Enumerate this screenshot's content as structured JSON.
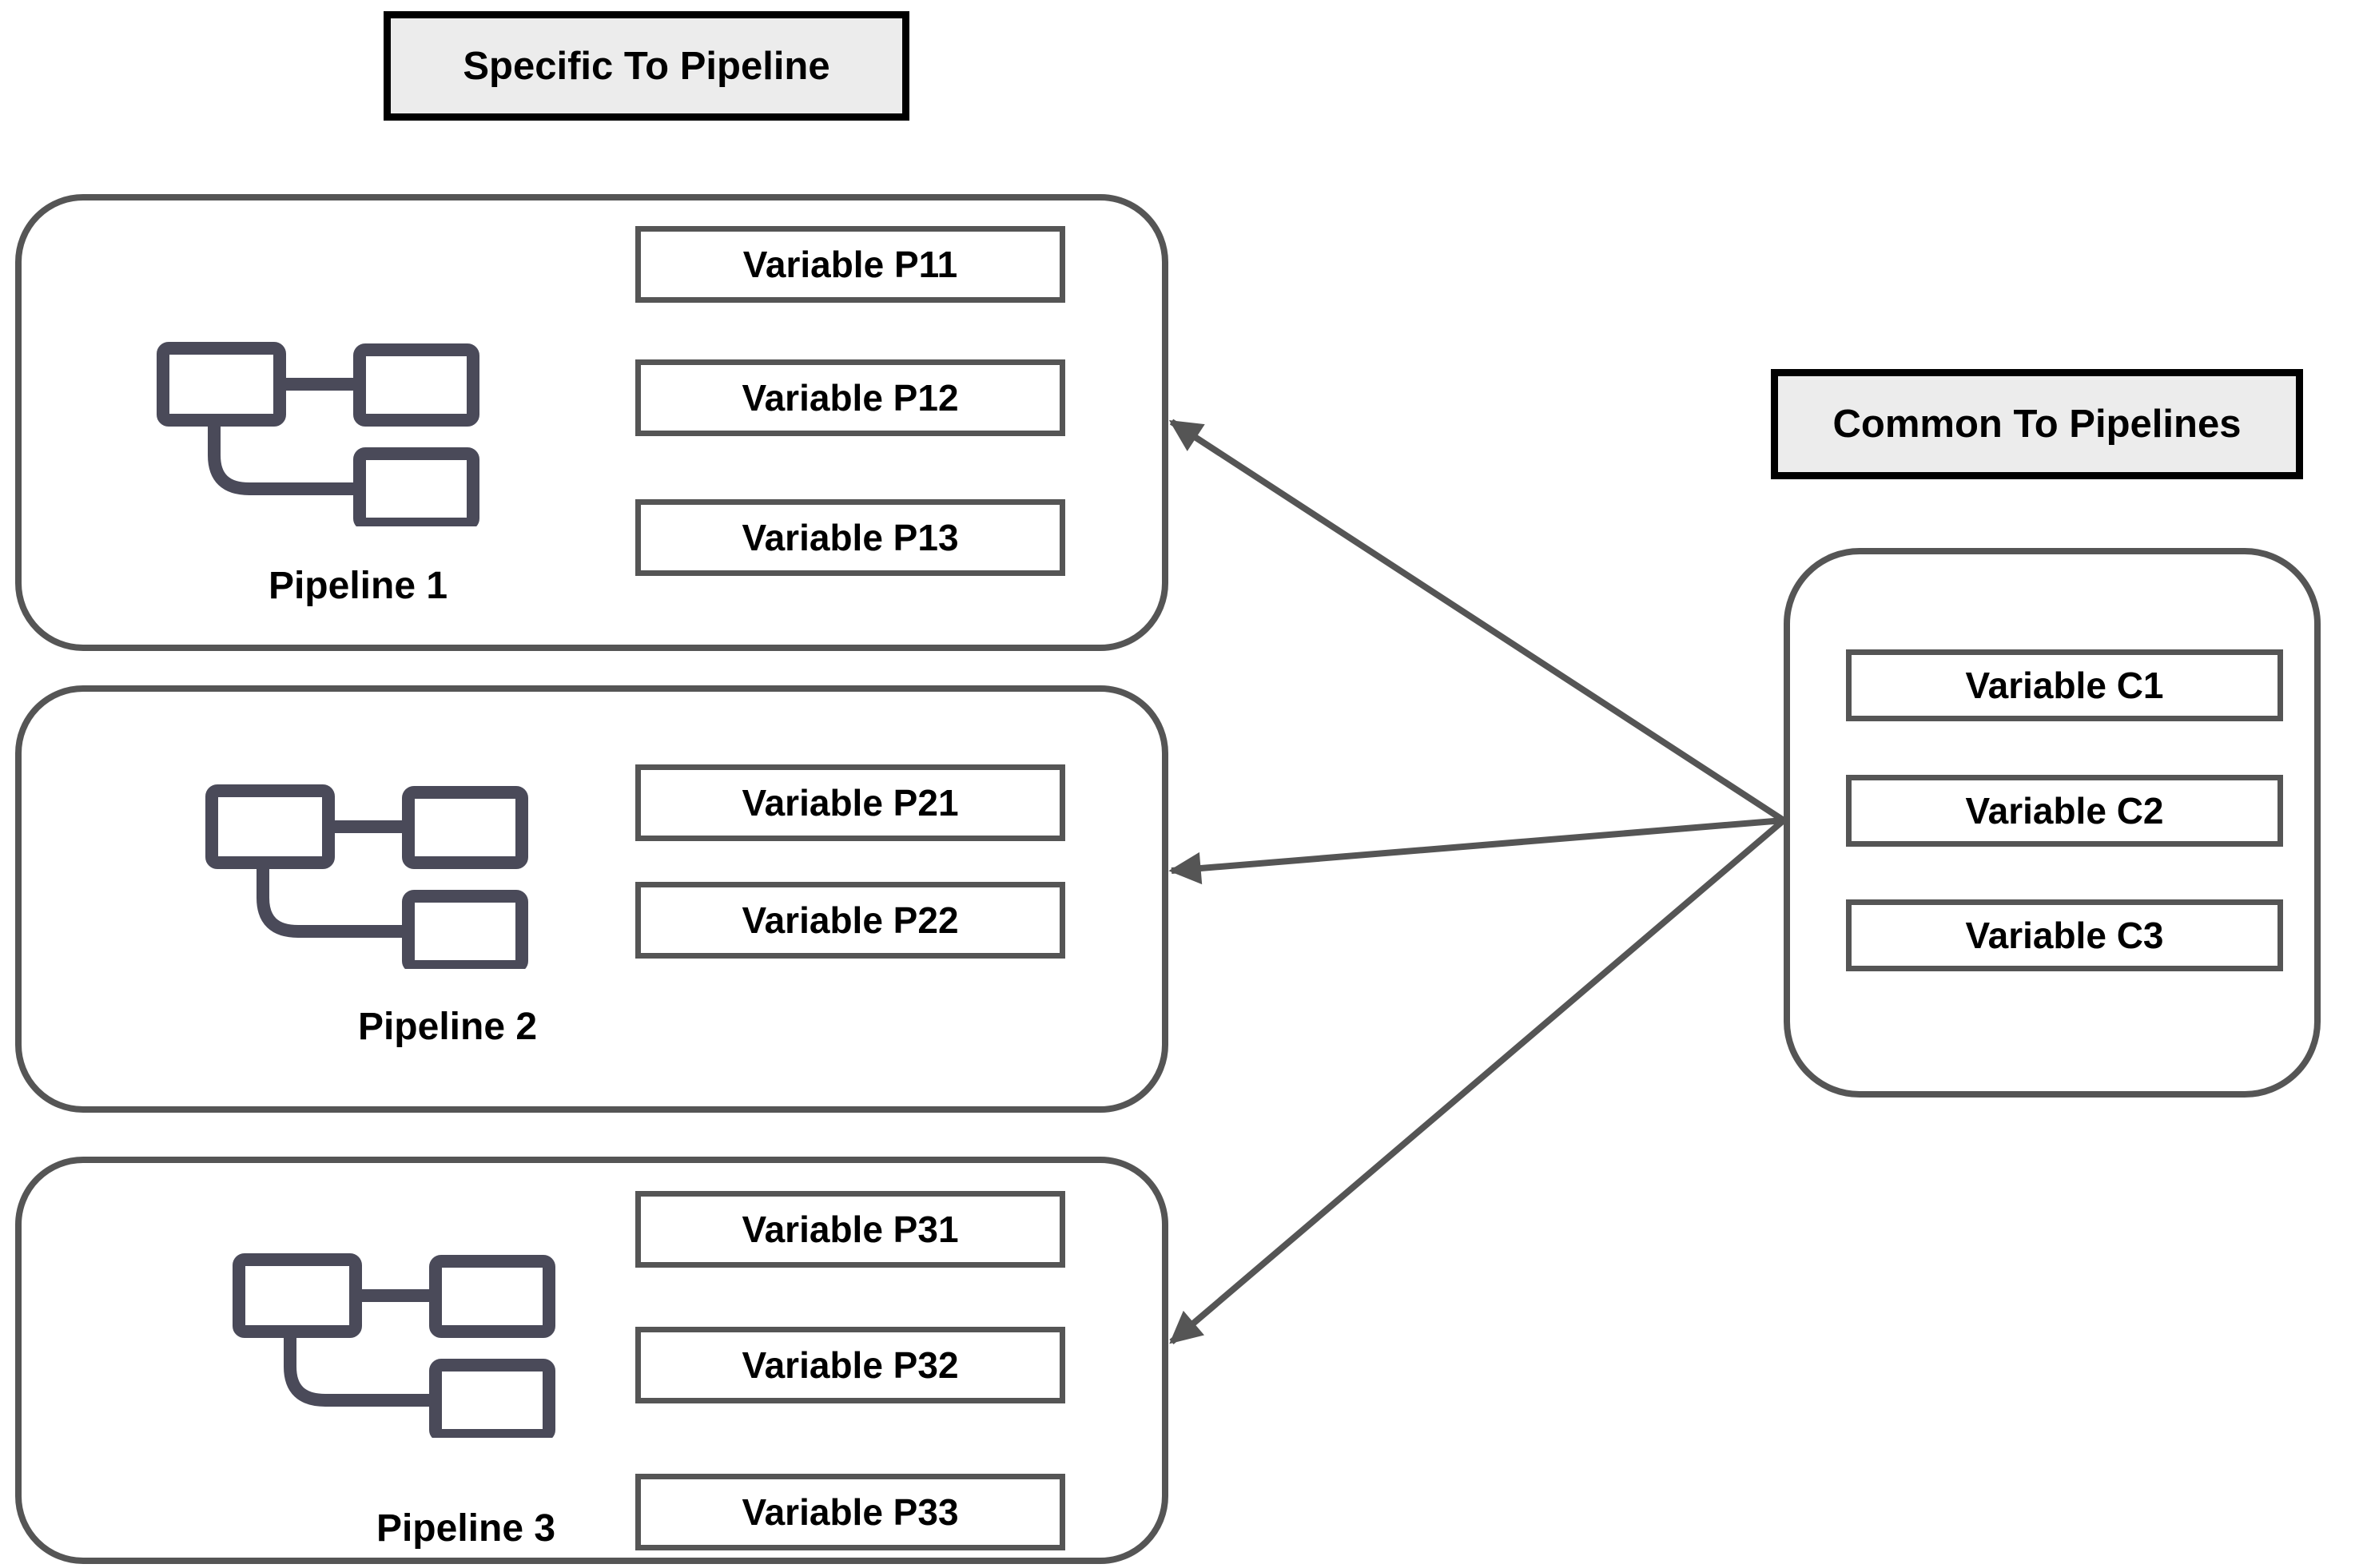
{
  "headers": {
    "specific": "Specific To Pipeline",
    "common": "Common To Pipelines"
  },
  "pipelines": [
    {
      "label": "Pipeline 1",
      "variables": [
        "Variable P11",
        "Variable P12",
        "Variable P13"
      ]
    },
    {
      "label": "Pipeline 2",
      "variables": [
        "Variable P21",
        "Variable P22"
      ]
    },
    {
      "label": "Pipeline 3",
      "variables": [
        "Variable P31",
        "Variable P32",
        "Variable P33"
      ]
    }
  ],
  "common_group": {
    "variables": [
      "Variable C1",
      "Variable C2",
      "Variable C3"
    ]
  },
  "icons": [
    {
      "name": "pipeline-flow-icon",
      "meaning": "workflow of three connected boxes shown inside each pipeline container"
    },
    {
      "name": "arrowhead-icon",
      "meaning": "solid triangular arrowhead pointing from common box to each pipeline box"
    }
  ],
  "colors": {
    "background": "#ffffff",
    "box_border": "#555555",
    "arrow": "#555555",
    "header_fill": "#ececec",
    "header_border": "#000000",
    "icon_stroke": "#4a4a59",
    "text": "#000000"
  }
}
